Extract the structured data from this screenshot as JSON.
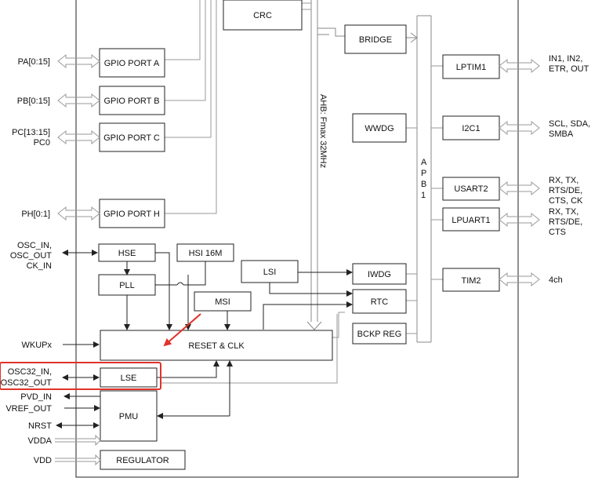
{
  "blocks": {
    "crc": "CRC",
    "bridge": "BRIDGE",
    "gpio_a": "GPIO PORT A",
    "gpio_b": "GPIO PORT B",
    "gpio_c": "GPIO PORT C",
    "gpio_h": "GPIO PORT H",
    "wwdg": "WWDG",
    "lptim1": "LPTIM1",
    "i2c1": "I2C1",
    "usart2": "USART2",
    "lpuart1": "LPUART1",
    "tim2": "TIM2",
    "hse": "HSE",
    "hsi": "HSI 16M",
    "lsi": "LSI",
    "iwdg": "IWDG",
    "pll": "PLL",
    "msi": "MSI",
    "rtc": "RTC",
    "bckp": "BCKP REG",
    "reset_clk": "RESET & CLK",
    "lse": "LSE",
    "pmu": "PMU",
    "regulator": "REGULATOR"
  },
  "bus_labels": {
    "ahb": "AHB: Fmax 32MHz",
    "apb": [
      "A",
      "P",
      "B",
      "1"
    ]
  },
  "left_signals": {
    "pa": "PA[0:15]",
    "pb": "PB[0:15]",
    "pc": [
      "PC[13:15]",
      "PC0"
    ],
    "ph": "PH[0:1]",
    "osc": [
      "OSC_IN,",
      "OSC_OUT",
      "CK_IN"
    ],
    "wkup": "WKUPx",
    "osc32": [
      "OSC32_IN,",
      "OSC32_OUT"
    ],
    "pvd": "PVD_IN",
    "vref": "VREF_OUT",
    "nrst": "NRST",
    "vdda": "VDDA",
    "vdd": "VDD"
  },
  "right_signals": {
    "lptim1": [
      "IN1, IN2,",
      "ETR, OUT"
    ],
    "i2c1": [
      "SCL, SDA,",
      "SMBA"
    ],
    "usart2": [
      "RX, TX,",
      "RTS/DE,",
      "CTS, CK"
    ],
    "lpuart1": [
      "RX, TX,",
      "RTS/DE,",
      "CTS"
    ],
    "tim2": "4ch"
  },
  "colors": {
    "highlight": "#e0322b",
    "line": "#222222",
    "bus": "#8a8a8a"
  }
}
